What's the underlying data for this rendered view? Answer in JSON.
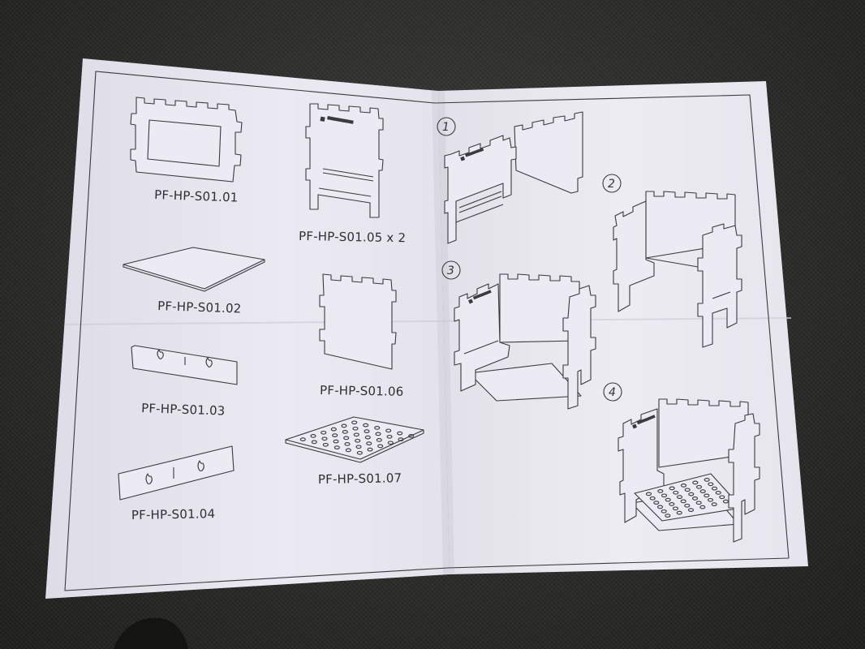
{
  "colors": {
    "paper": "#e9e7ef",
    "paper_shade": "#dcdae3",
    "ink": "#3a3a3e",
    "background": "#2b2b2a"
  },
  "parts": [
    {
      "id": "p1",
      "label": "PF-HP-S01.01"
    },
    {
      "id": "p2",
      "label": "PF-HP-S01.02"
    },
    {
      "id": "p3",
      "label": "PF-HP-S01.03"
    },
    {
      "id": "p4",
      "label": "PF-HP-S01.04"
    },
    {
      "id": "p5",
      "label": "PF-HP-S01.05 x 2"
    },
    {
      "id": "p6",
      "label": "PF-HP-S01.06"
    },
    {
      "id": "p7",
      "label": "PF-HP-S01.07"
    }
  ],
  "steps": [
    "1",
    "2",
    "3",
    "4"
  ],
  "icons": [
    "flame-icon",
    "stove-panel-drawing",
    "grate-drawing"
  ]
}
